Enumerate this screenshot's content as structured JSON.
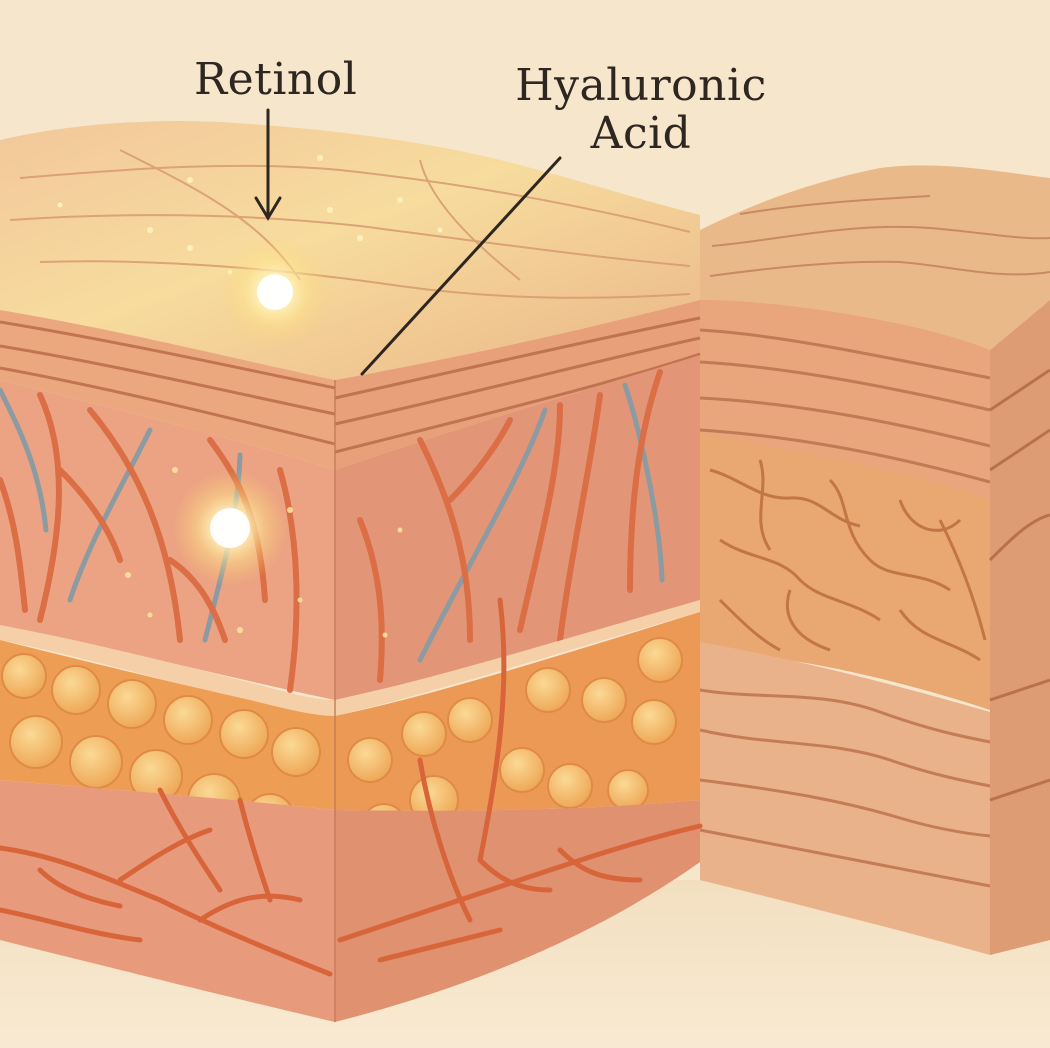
{
  "labels": {
    "retinol": "Retinol",
    "hyaluronic_line1": "Hyaluronic",
    "hyaluronic_line2": "Acid"
  },
  "colors": {
    "background": "#f6e6cc",
    "skin_surface": "#eab98a",
    "epidermis": "#e39c74",
    "dermis": "#e48f6a",
    "fat_layer": "#ee9f55",
    "fat_cells": "#f6c571",
    "vessel_red": "#d86a3e",
    "vessel_blue": "#8d9aa3",
    "glow": "#fff2b0",
    "label_text": "#2e2620"
  },
  "icons": {
    "retinol_arrow": "arrow-down-icon",
    "hyaluronic_pointer": "pointer-line-icon"
  }
}
